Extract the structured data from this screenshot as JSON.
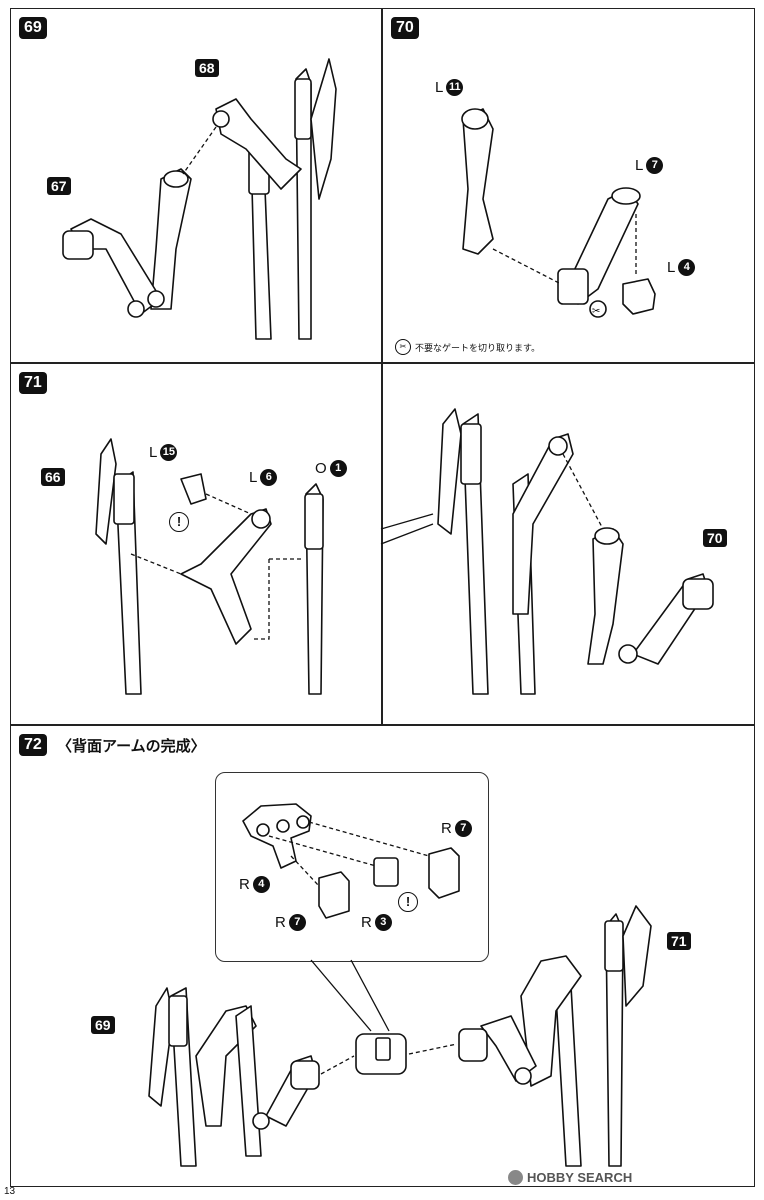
{
  "steps": {
    "s69": {
      "num": "69",
      "tag68": "68",
      "tag67": "67"
    },
    "s70": {
      "num": "70",
      "l11": {
        "side": "L",
        "part": "11"
      },
      "l7": {
        "side": "L",
        "part": "7"
      },
      "l4": {
        "side": "L",
        "part": "4"
      },
      "note": "不要なゲートを切り取ります。"
    },
    "s71": {
      "num": "71",
      "tag66": "66",
      "l15": {
        "side": "L",
        "part": "15"
      },
      "l6": {
        "side": "L",
        "part": "6"
      },
      "o1": {
        "side": "O",
        "part": "1"
      },
      "tag70": "70"
    },
    "s72": {
      "num": "72",
      "title": "〈背面アームの完成〉",
      "tag69": "69",
      "tag71": "71",
      "r7a": {
        "side": "R",
        "part": "7"
      },
      "r4": {
        "side": "R",
        "part": "4"
      },
      "r7b": {
        "side": "R",
        "part": "7"
      },
      "r3": {
        "side": "R",
        "part": "3"
      }
    }
  },
  "icons": {
    "caution": "!"
  },
  "footer": {
    "page": "13",
    "brand": "HOBBY SEARCH"
  }
}
